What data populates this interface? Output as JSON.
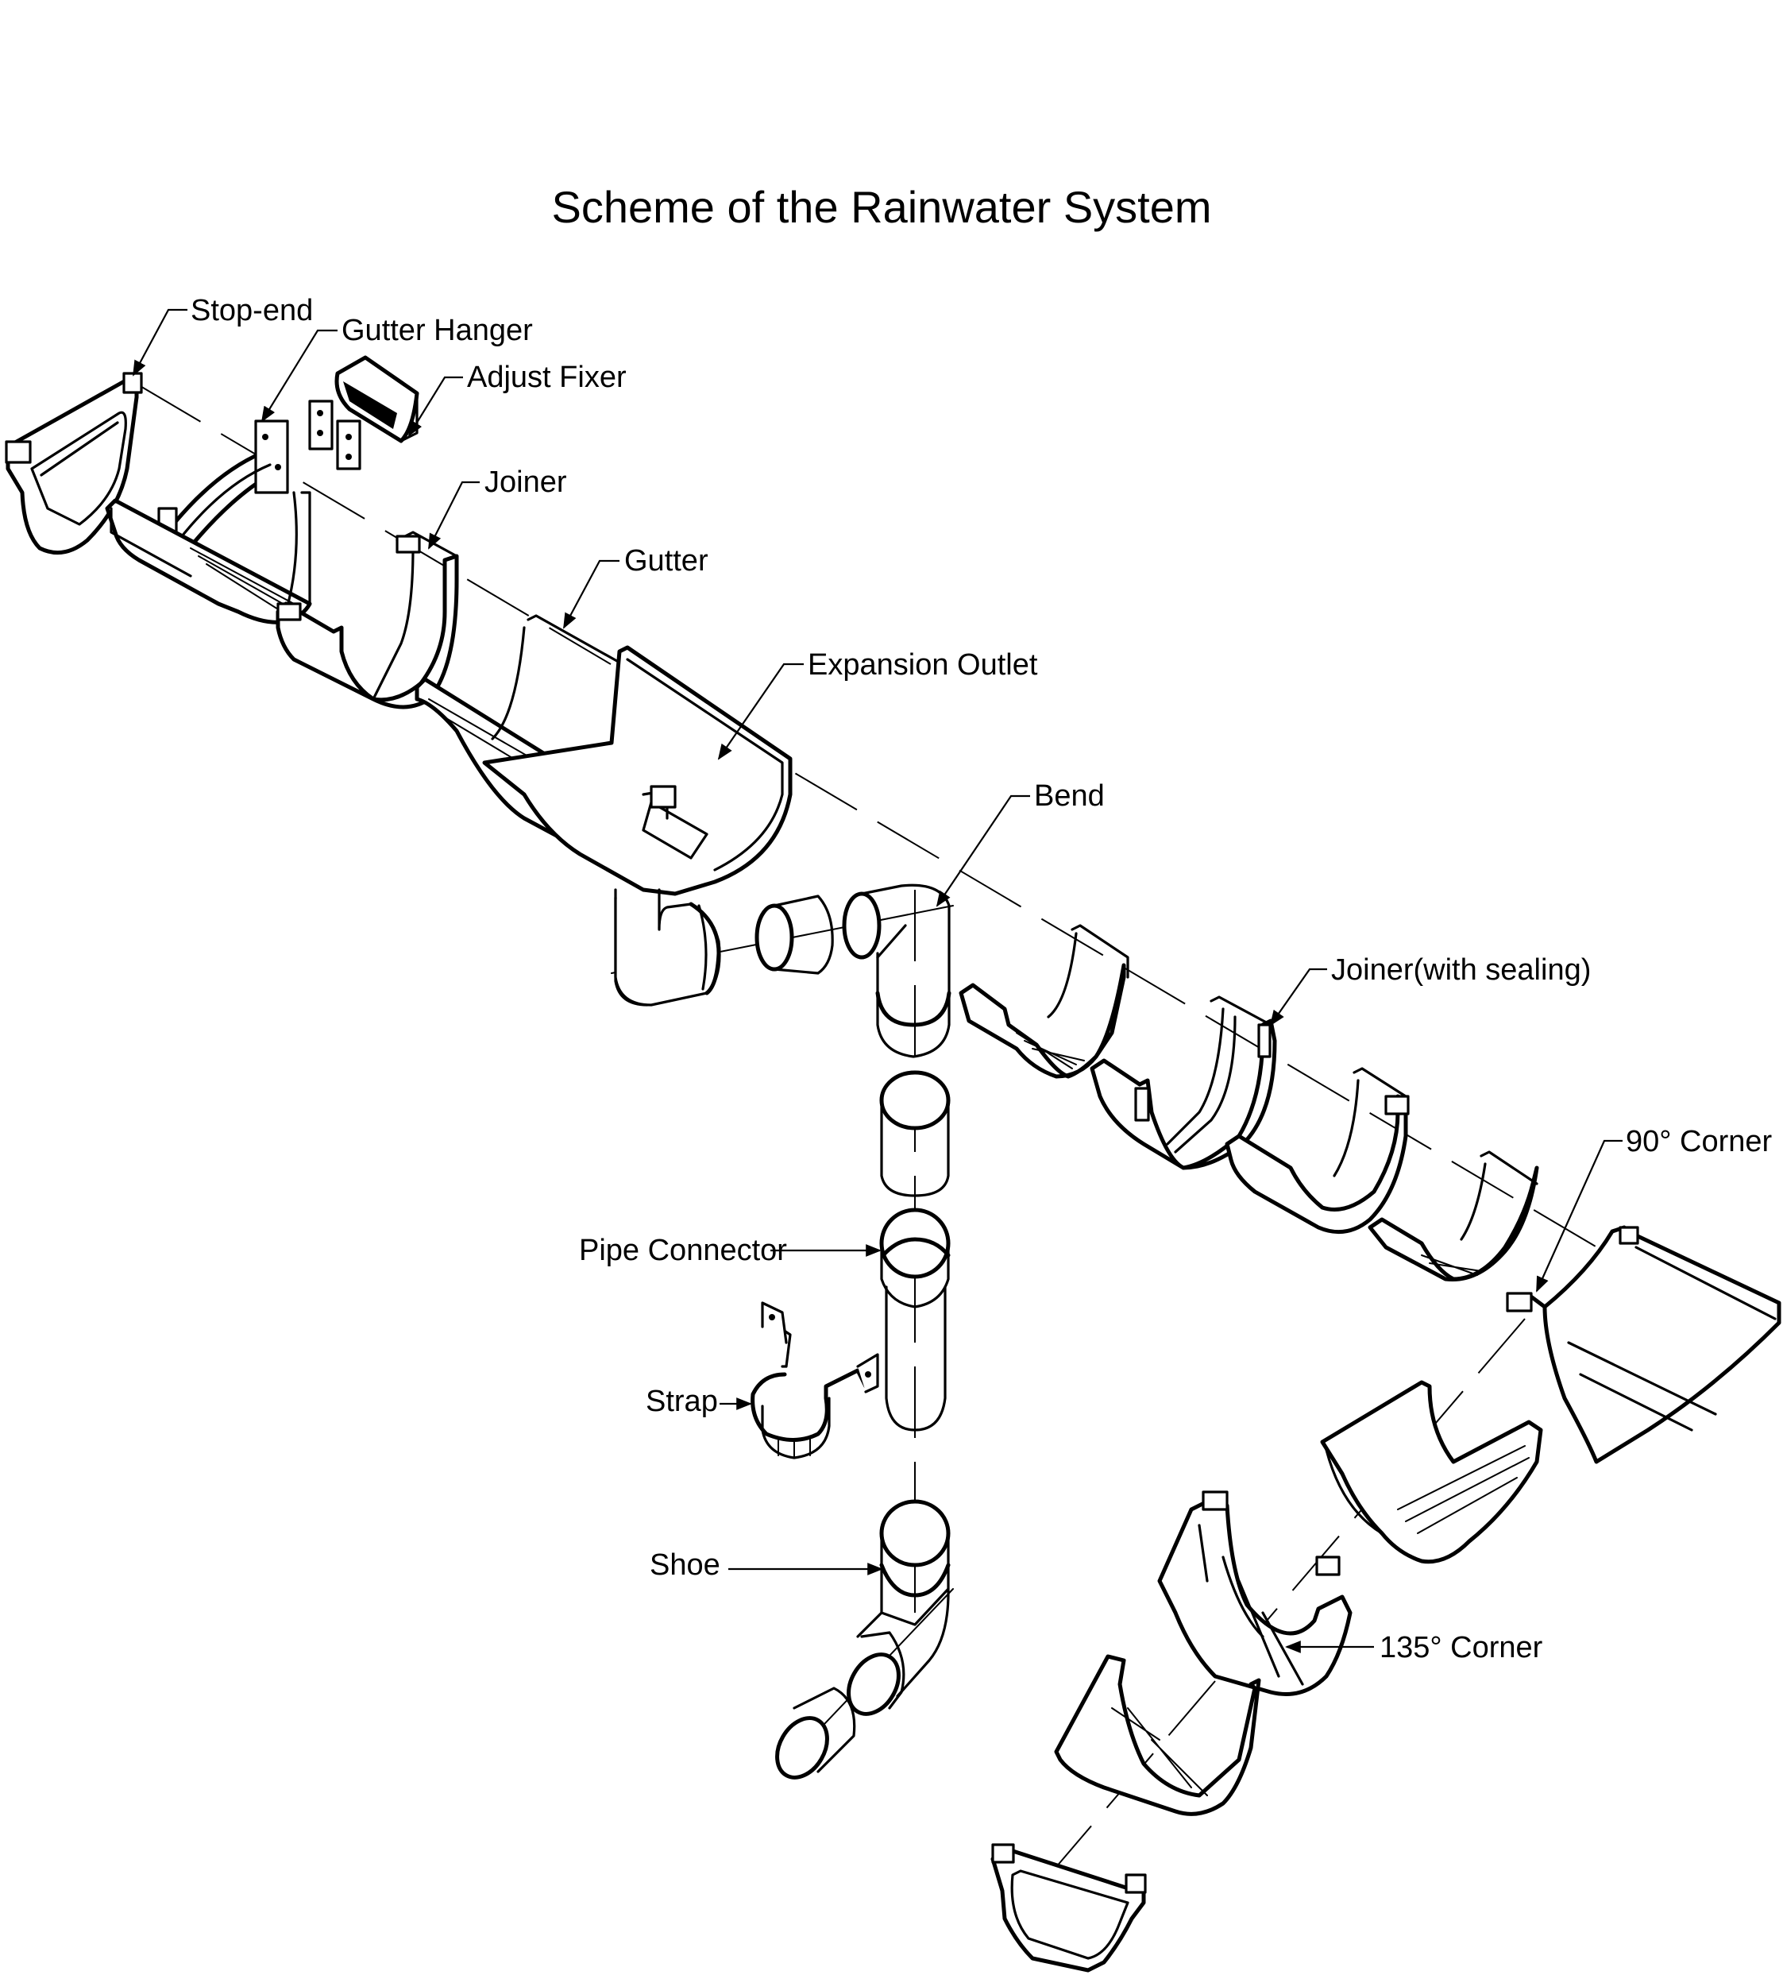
{
  "title": "Scheme of the Rainwater System",
  "components": {
    "stop_end": "Stop-end",
    "gutter_hanger": "Gutter Hanger",
    "adjust_fixer": "Adjust Fixer",
    "joiner": "Joiner",
    "gutter": "Gutter",
    "expansion_outlet": "Expansion Outlet",
    "bend": "Bend",
    "joiner_with_sealing": "Joiner(with sealing)",
    "corner_90": "90° Corner",
    "pipe_connector": "Pipe Connector",
    "strap": "Strap",
    "shoe": "Shoe",
    "corner_135": "135° Corner"
  },
  "colors": {
    "line": "#000000",
    "background": "#ffffff"
  }
}
